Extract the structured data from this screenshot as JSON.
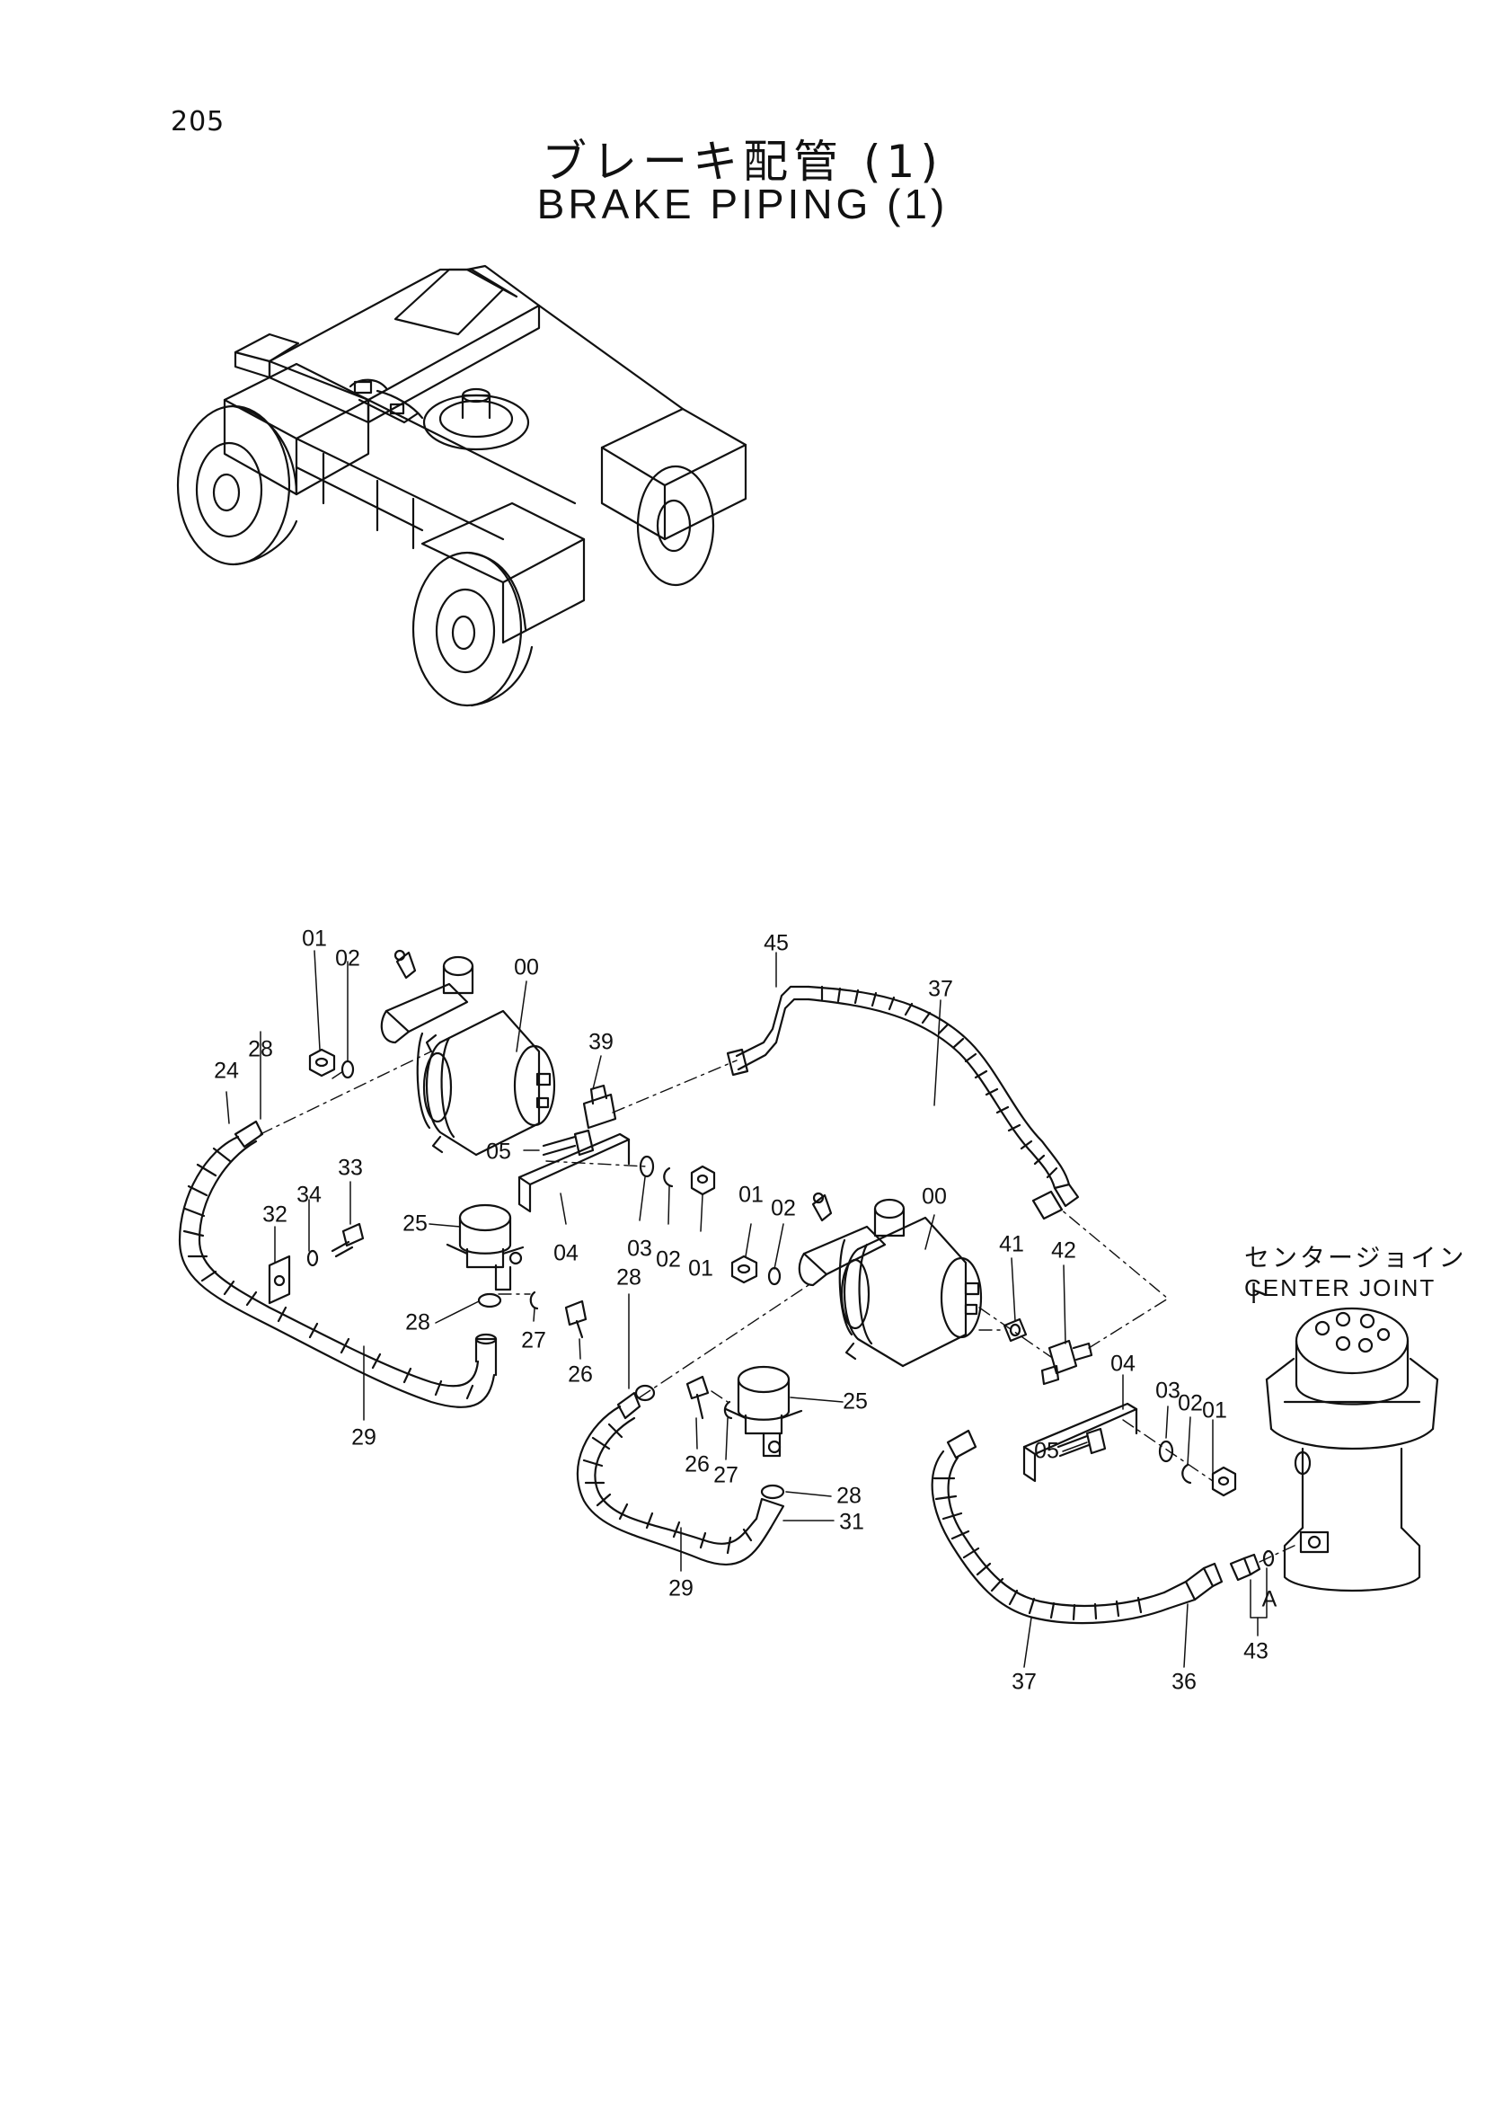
{
  "page_number": "205",
  "title": {
    "japanese": "ブレーキ配管 (1)",
    "english": "BRAKE PIPING (1)"
  },
  "center_joint_label": {
    "japanese": "センタージョイント",
    "english": "CENTER JOINT"
  },
  "callouts": [
    {
      "id": "c-01-a",
      "label": "01"
    },
    {
      "id": "c-02-a",
      "label": "02"
    },
    {
      "id": "c-00-a",
      "label": "00"
    },
    {
      "id": "c-45",
      "label": "45"
    },
    {
      "id": "c-37-a",
      "label": "37"
    },
    {
      "id": "c-28-a",
      "label": "28"
    },
    {
      "id": "c-24",
      "label": "24"
    },
    {
      "id": "c-39",
      "label": "39"
    },
    {
      "id": "c-05-a",
      "label": "05"
    },
    {
      "id": "c-33",
      "label": "33"
    },
    {
      "id": "c-34",
      "label": "34"
    },
    {
      "id": "c-32",
      "label": "32"
    },
    {
      "id": "c-25-a",
      "label": "25"
    },
    {
      "id": "c-04-a",
      "label": "04"
    },
    {
      "id": "c-03-a",
      "label": "03"
    },
    {
      "id": "c-02-b",
      "label": "02"
    },
    {
      "id": "c-01-b",
      "label": "01"
    },
    {
      "id": "c-01-c",
      "label": "01"
    },
    {
      "id": "c-02-c",
      "label": "02"
    },
    {
      "id": "c-00-b",
      "label": "00"
    },
    {
      "id": "c-28-b",
      "label": "28"
    },
    {
      "id": "c-27-a",
      "label": "27"
    },
    {
      "id": "c-26-a",
      "label": "26"
    },
    {
      "id": "c-29-a",
      "label": "29"
    },
    {
      "id": "c-28-c",
      "label": "28"
    },
    {
      "id": "c-41",
      "label": "41"
    },
    {
      "id": "c-42",
      "label": "42"
    },
    {
      "id": "c-26-b",
      "label": "26"
    },
    {
      "id": "c-27-b",
      "label": "27"
    },
    {
      "id": "c-25-b",
      "label": "25"
    },
    {
      "id": "c-28-d",
      "label": "28"
    },
    {
      "id": "c-31",
      "label": "31"
    },
    {
      "id": "c-29-b",
      "label": "29"
    },
    {
      "id": "c-04-b",
      "label": "04"
    },
    {
      "id": "c-05-b",
      "label": "05"
    },
    {
      "id": "c-03-b",
      "label": "03"
    },
    {
      "id": "c-02-d",
      "label": "02"
    },
    {
      "id": "c-01-d",
      "label": "01"
    },
    {
      "id": "c-a",
      "label": "A"
    },
    {
      "id": "c-43",
      "label": "43"
    },
    {
      "id": "c-37-b",
      "label": "37"
    },
    {
      "id": "c-36",
      "label": "36"
    }
  ]
}
